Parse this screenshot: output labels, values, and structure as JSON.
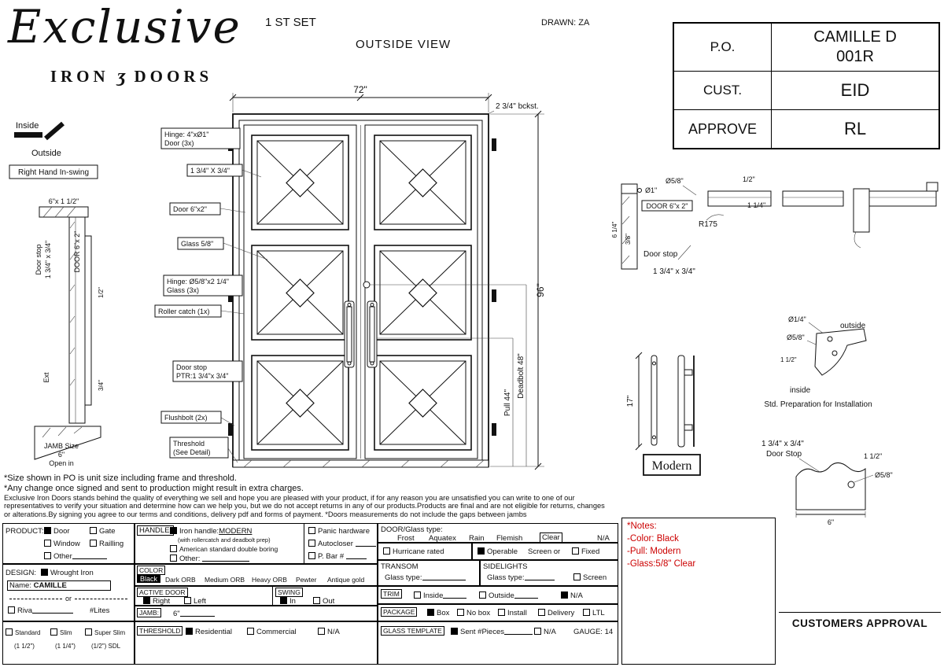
{
  "header": {
    "logo_script": "Exclusive",
    "logo_iron": "IRON",
    "logo_amp": "ʒ",
    "logo_doors": "DOORS",
    "set_label": "1 ST SET",
    "view_label": "OUTSIDE VIEW",
    "drawn_label": "DRAWN: ZA"
  },
  "po_table": {
    "rows": [
      {
        "label": "P.O.",
        "value": "CAMILLE D",
        "value2": "001R"
      },
      {
        "label": "CUST.",
        "value": "EID",
        "value2": ""
      },
      {
        "label": "APPROVE",
        "value": "RL",
        "value2": ""
      }
    ]
  },
  "swing": {
    "inside": "Inside",
    "outside": "Outside",
    "hand": "Right Hand In-swing"
  },
  "jamb_left": {
    "top_dim": "6\"x 1 1/2\"",
    "door_label": "DOOR 6\"x 2\"",
    "door_stop_1": "Door stop",
    "door_stop_2": "1 3/4\" x 3/4\"",
    "half": "1/2\"",
    "threequarter": "3/4\"",
    "ext": "Ext",
    "jamb_size_1": "JAMB Size",
    "jamb_size_2": "6\"",
    "jamb_size_3": "Open in"
  },
  "door": {
    "width_dim": "72\"",
    "height_dim": "96\"",
    "backset": "2 3/4\" bckst.",
    "pull_dim": "Pull 44\"",
    "deadbolt_dim": "Deadbolt 48\""
  },
  "callouts": [
    {
      "line1": "Hinge: 4\"xØ1\"",
      "line2": "Door (3x)"
    },
    {
      "line1": "1 3/4\" X 3/4\"",
      "line2": ""
    },
    {
      "line1": "Door 6\"x2\"",
      "line2": ""
    },
    {
      "line1": "Glass 5/8\"",
      "line2": ""
    },
    {
      "line1": "Hinge: Ø5/8\"x2 1/4\"",
      "line2": "Glass (3x)"
    },
    {
      "line1": "Roller catch  (1x)",
      "line2": ""
    },
    {
      "line1": "Door stop",
      "line2": "PTR:1 3/4\"x 3/4\""
    },
    {
      "line1": "Flushbolt (2x)",
      "line2": ""
    },
    {
      "line1": "Threshold",
      "line2": "(See Detail)"
    }
  ],
  "head_detail": {
    "dia1": "Ø1\"",
    "dia58": "Ø5/8\"",
    "half": "1/2\"",
    "door_label": "DOOR 6\"x 2\"",
    "one_quarter": "1 1/4\"",
    "r175": "R175",
    "door_stop_1": "Door stop",
    "door_stop_2": "1 3/4\" x 3/4\"",
    "dim_614": "6 1/4\"",
    "dim_38": "3/8\""
  },
  "prep_detail": {
    "outside": "outside",
    "inside": "inside",
    "caption": "Std. Preparation for Installation",
    "dia14": "Ø1/4\"",
    "dia58": "Ø5/8\"",
    "dim112": "1 1/2\""
  },
  "pull_detail": {
    "height": "17\"",
    "style": "Modern"
  },
  "stop_detail": {
    "title1": "1 3/4\" x 3/4\"",
    "title2": "Door Stop",
    "dim112": "1 1/2\"",
    "dia58": "Ø5/8\"",
    "width": "6\""
  },
  "notes": [
    "*Size shown in PO is unit size including frame and threshold.",
    "*Any change once signed and sent to production might result in extra charges.",
    "Exclusive Iron Doors stands behind the quality of everything we sell and hope you are pleased with your product, if for any reason you are unsatisfied you can write to one of our",
    "representatives to verify your situation and determine how can we help you, but we do not accept returns in any of our products.Products are final and are not eligible for returns, changes",
    "or alterations.By signing you agree to our terms and conditions, delivery pdf and forms of payment. *Doors measurements do not include the gaps between jambs"
  ],
  "form": {
    "product": {
      "label": "PRODUCT:",
      "options": [
        {
          "label": "Door",
          "checked": true
        },
        {
          "label": "Gate",
          "checked": false
        },
        {
          "label": "Window",
          "checked": false
        },
        {
          "label": "Railling",
          "checked": false
        },
        {
          "label": "Other",
          "checked": false
        }
      ]
    },
    "design": {
      "label": "DESIGN:",
      "wrought": {
        "label": "Wrought Iron",
        "checked": true
      },
      "name_label": "Name:",
      "name_value": "CAMILLE",
      "or_text": "or",
      "riva": {
        "label": "Riva",
        "checked": false
      },
      "lites": "#Lites",
      "profiles": [
        {
          "label": "Standard",
          "sub": "(1 1/2\")",
          "checked": false
        },
        {
          "label": "Slim",
          "sub": "(1 1/4\")",
          "checked": false
        },
        {
          "label": "Super Slim",
          "sub": "(1/2\") SDL",
          "checked": false
        }
      ]
    },
    "handle": {
      "label": "HANDLE:",
      "iron_label": "Iron handle:",
      "iron_value": "MODERN",
      "iron_checked": true,
      "iron_sub": "(with rollercatch and deadbolt prep)",
      "american": {
        "label": "American standard double boring",
        "checked": false
      },
      "other": {
        "label": "Other:",
        "checked": false
      },
      "panic": {
        "label": "Panic hardware",
        "checked": false
      },
      "autocloser": {
        "label": "Autocloser",
        "checked": false
      },
      "pbar": {
        "label": "P. Bar #",
        "checked": false
      }
    },
    "color": {
      "label": "COLOR",
      "selected": "Black",
      "opt1": "Dark ORB",
      "opt2": "Medium ORB",
      "opt3": "Heavy ORB",
      "opt4": "Pewter",
      "opt5": "Antique gold"
    },
    "active_door": {
      "label": "ACTIVE DOOR",
      "right": {
        "label": "Right",
        "checked": true
      },
      "left": {
        "label": "Left",
        "checked": false
      }
    },
    "swing": {
      "label": "SWING",
      "in_opt": {
        "label": "In",
        "checked": true
      },
      "out_opt": {
        "label": "Out",
        "checked": false
      }
    },
    "jamb": {
      "label": "JAMB:",
      "value": "6\""
    },
    "threshold": {
      "label": "THRESHOLD",
      "options": [
        {
          "label": "Residential",
          "checked": true
        },
        {
          "label": "Commercial",
          "checked": false
        },
        {
          "label": "N/A",
          "checked": false
        }
      ]
    },
    "glass": {
      "label": "DOOR/Glass type:",
      "opt1": "Frost",
      "opt2": "Aquatex",
      "opt3": "Rain",
      "opt4": "Flemish",
      "selected": "Clear",
      "na": "N/A",
      "hurricane": {
        "label": "Hurricane rated",
        "checked": false
      },
      "operable": {
        "label": "Operable",
        "checked": true
      },
      "screen_or": "Screen or",
      "fixed": {
        "label": "Fixed",
        "checked": false
      }
    },
    "transom": {
      "label": "TRANSOM",
      "glass_type": "Glass type:"
    },
    "sidelights": {
      "label": "SIDELIGHTS",
      "glass_type": "Glass type:",
      "screen": {
        "label": "Screen",
        "checked": false
      }
    },
    "trim": {
      "label": "TRIM",
      "inside": {
        "label": "Inside",
        "checked": false
      },
      "outside": {
        "label": "Outside",
        "checked": false
      },
      "na": {
        "label": "N/A",
        "checked": true
      }
    },
    "package": {
      "label": "PACKAGE",
      "options": [
        {
          "label": "Box",
          "checked": true
        },
        {
          "label": "No box",
          "checked": false
        },
        {
          "label": "Install",
          "checked": false
        },
        {
          "label": "Delivery",
          "checked": false
        },
        {
          "label": "LTL",
          "checked": false
        }
      ]
    },
    "glass_template": {
      "label": "GLASS TEMPLATE",
      "sent": {
        "label": "Sent #Pieces",
        "checked": true
      },
      "na": {
        "label": "N/A",
        "checked": false
      },
      "gauge": "GAUGE: 14"
    }
  },
  "red_notes": {
    "title": "*Notes:",
    "line1": "-Color: Black",
    "line2": "-Pull: Modern",
    "line3": "-Glass:5/8\"  Clear",
    "color": "#cc0000"
  },
  "approval_label": "CUSTOMERS APPROVAL"
}
